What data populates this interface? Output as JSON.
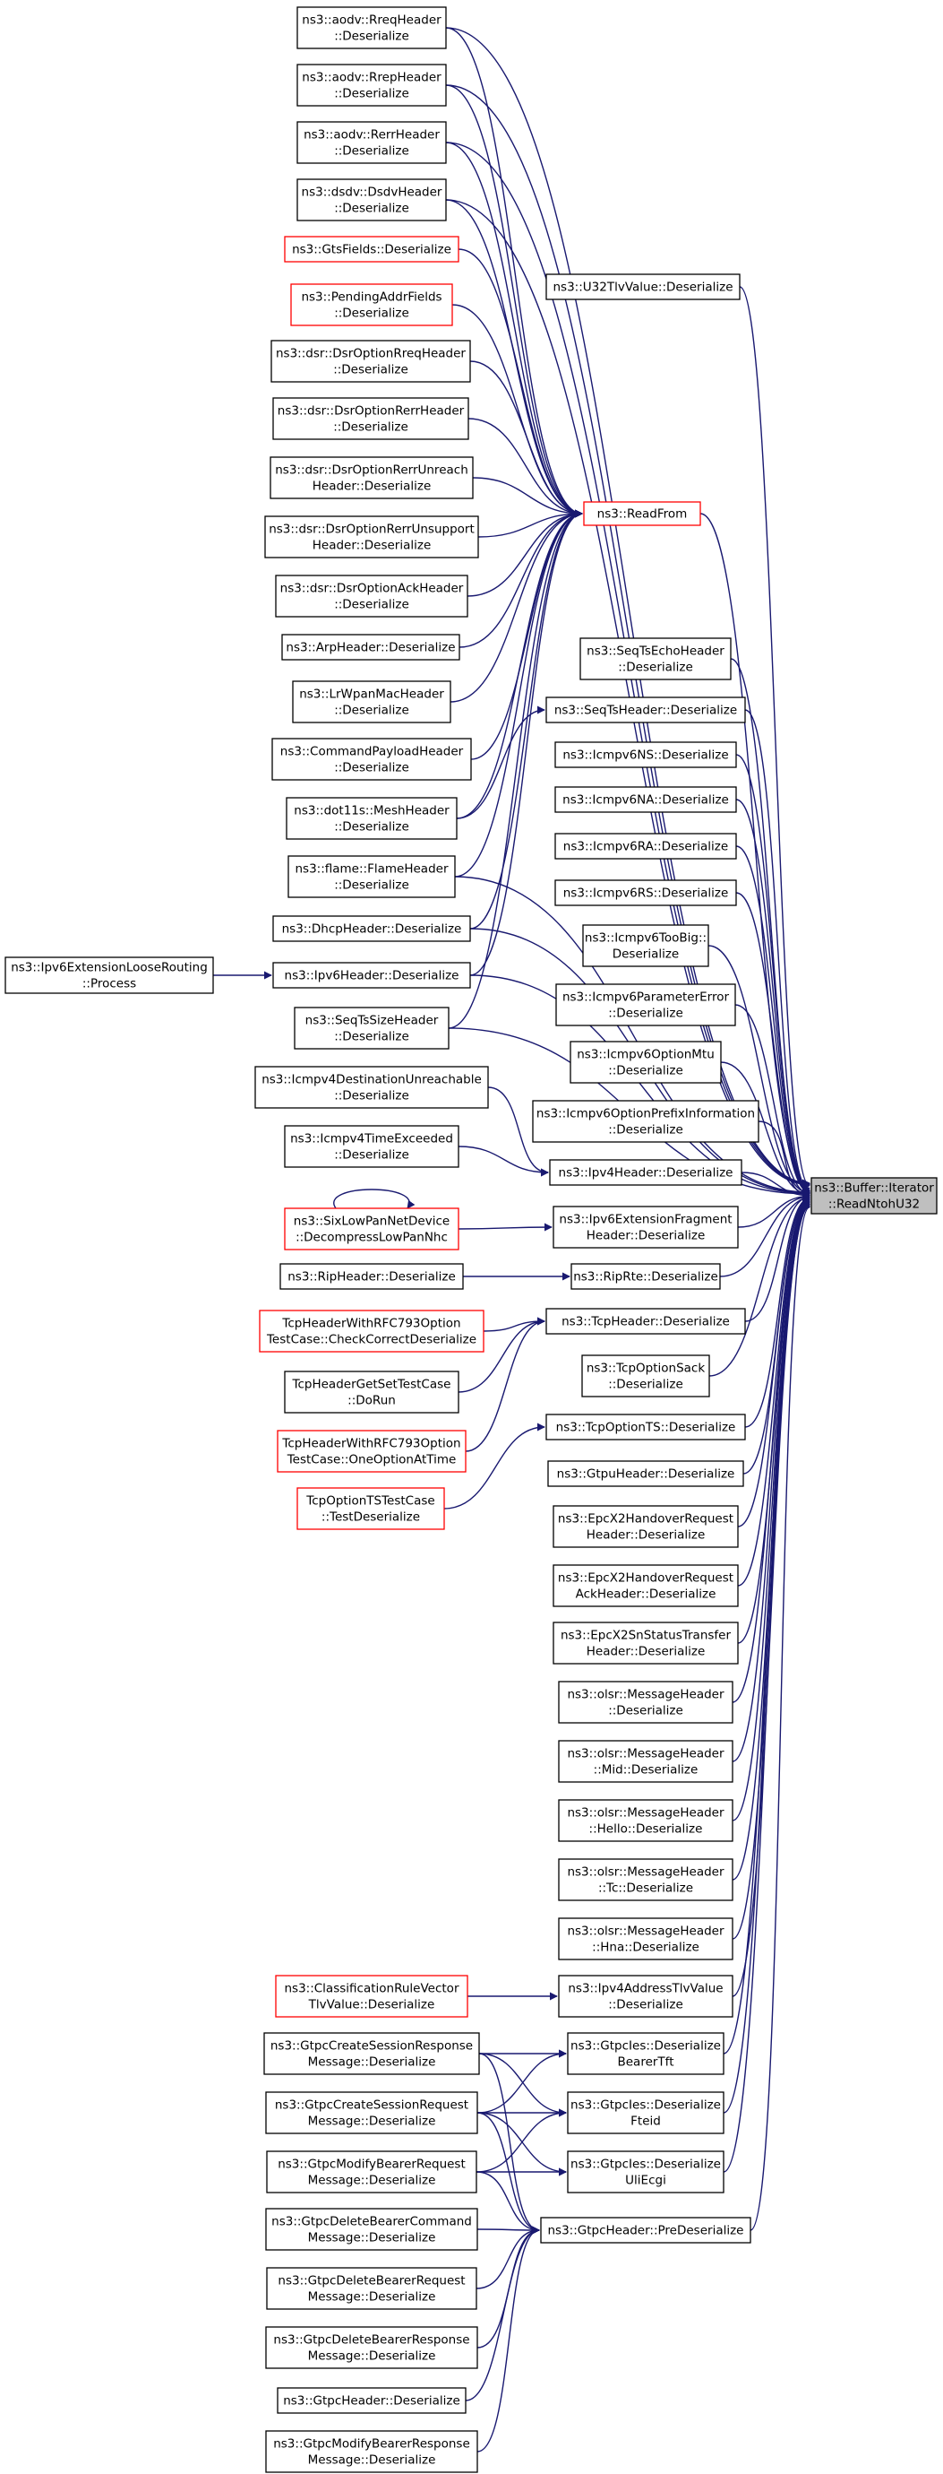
{
  "diagram": {
    "edge_color": "#191970",
    "highlight_border_color": "#ff0000",
    "target_fill_color": "#bfbfbf",
    "nodes": [
      {
        "id": "aodv_rreq",
        "lines": [
          "ns3::aodv::RreqHeader",
          "::Deserialize"
        ],
        "red": false
      },
      {
        "id": "aodv_rrep",
        "lines": [
          "ns3::aodv::RrepHeader",
          "::Deserialize"
        ],
        "red": false
      },
      {
        "id": "aodv_rerr",
        "lines": [
          "ns3::aodv::RerrHeader",
          "::Deserialize"
        ],
        "red": false
      },
      {
        "id": "dsdv",
        "lines": [
          "ns3::dsdv::DsdvHeader",
          "::Deserialize"
        ],
        "red": false
      },
      {
        "id": "gts",
        "lines": [
          "ns3::GtsFields::Deserialize"
        ],
        "red": true
      },
      {
        "id": "pending",
        "lines": [
          "ns3::PendingAddrFields",
          "::Deserialize"
        ],
        "red": true
      },
      {
        "id": "dsr_rreq",
        "lines": [
          "ns3::dsr::DsrOptionRreqHeader",
          "::Deserialize"
        ],
        "red": false
      },
      {
        "id": "dsr_rerr",
        "lines": [
          "ns3::dsr::DsrOptionRerrHeader",
          "::Deserialize"
        ],
        "red": false
      },
      {
        "id": "dsr_unreach",
        "lines": [
          "ns3::dsr::DsrOptionRerrUnreach",
          "Header::Deserialize"
        ],
        "red": false
      },
      {
        "id": "dsr_unsupport",
        "lines": [
          "ns3::dsr::DsrOptionRerrUnsupport",
          "Header::Deserialize"
        ],
        "red": false
      },
      {
        "id": "dsr_ack",
        "lines": [
          "ns3::dsr::DsrOptionAckHeader",
          "::Deserialize"
        ],
        "red": false
      },
      {
        "id": "arp",
        "lines": [
          "ns3::ArpHeader::Deserialize"
        ],
        "red": false
      },
      {
        "id": "lrwpan",
        "lines": [
          "ns3::LrWpanMacHeader",
          "::Deserialize"
        ],
        "red": false
      },
      {
        "id": "cmdpayload",
        "lines": [
          "ns3::CommandPayloadHeader",
          "::Deserialize"
        ],
        "red": false
      },
      {
        "id": "mesh",
        "lines": [
          "ns3::dot11s::MeshHeader",
          "::Deserialize"
        ],
        "red": false
      },
      {
        "id": "flame",
        "lines": [
          "ns3::flame::FlameHeader",
          "::Deserialize"
        ],
        "red": false
      },
      {
        "id": "dhcp",
        "lines": [
          "ns3::DhcpHeader::Deserialize"
        ],
        "red": false
      },
      {
        "id": "ipv6ext_loose",
        "lines": [
          "ns3::Ipv6ExtensionLooseRouting",
          "::Process"
        ],
        "red": false
      },
      {
        "id": "ipv6hdr",
        "lines": [
          "ns3::Ipv6Header::Deserialize"
        ],
        "red": false
      },
      {
        "id": "seqts_size",
        "lines": [
          "ns3::SeqTsSizeHeader",
          "::Deserialize"
        ],
        "red": false
      },
      {
        "id": "icmpv4_dest",
        "lines": [
          "ns3::Icmpv4DestinationUnreachable",
          "::Deserialize"
        ],
        "red": false
      },
      {
        "id": "icmpv4_time",
        "lines": [
          "ns3::Icmpv4TimeExceeded",
          "::Deserialize"
        ],
        "red": false
      },
      {
        "id": "sixlowpan",
        "lines": [
          "ns3::SixLowPanNetDevice",
          "::DecompressLowPanNhc"
        ],
        "red": true
      },
      {
        "id": "rip",
        "lines": [
          "ns3::RipHeader::Deserialize"
        ],
        "red": false
      },
      {
        "id": "tcp_check",
        "lines": [
          "TcpHeaderWithRFC793Option",
          "TestCase::CheckCorrectDeserialize"
        ],
        "red": true
      },
      {
        "id": "tcp_getset",
        "lines": [
          "TcpHeaderGetSetTestCase",
          "::DoRun"
        ],
        "red": false
      },
      {
        "id": "tcp_one",
        "lines": [
          "TcpHeaderWithRFC793Option",
          "TestCase::OneOptionAtTime"
        ],
        "red": true
      },
      {
        "id": "tcpoptts_test",
        "lines": [
          "TcpOptionTSTestCase",
          "::TestDeserialize"
        ],
        "red": true
      },
      {
        "id": "classrule",
        "lines": [
          "ns3::ClassificationRuleVector",
          "TlvValue::Deserialize"
        ],
        "red": true
      },
      {
        "id": "gtpc_create_resp",
        "lines": [
          "ns3::GtpcCreateSessionResponse",
          "Message::Deserialize"
        ],
        "red": false
      },
      {
        "id": "gtpc_create_req",
        "lines": [
          "ns3::GtpcCreateSessionRequest",
          "Message::Deserialize"
        ],
        "red": false
      },
      {
        "id": "gtpc_modify_req",
        "lines": [
          "ns3::GtpcModifyBearerRequest",
          "Message::Deserialize"
        ],
        "red": false
      },
      {
        "id": "gtpc_delete_cmd",
        "lines": [
          "ns3::GtpcDeleteBearerCommand",
          "Message::Deserialize"
        ],
        "red": false
      },
      {
        "id": "gtpc_delete_req",
        "lines": [
          "ns3::GtpcDeleteBearerRequest",
          "Message::Deserialize"
        ],
        "red": false
      },
      {
        "id": "gtpc_delete_resp",
        "lines": [
          "ns3::GtpcDeleteBearerResponse",
          "Message::Deserialize"
        ],
        "red": false
      },
      {
        "id": "gtpc_hdr_deser",
        "lines": [
          "ns3::GtpcHeader::Deserialize"
        ],
        "red": false
      },
      {
        "id": "gtpc_modify_resp",
        "lines": [
          "ns3::GtpcModifyBearerResponse",
          "Message::Deserialize"
        ],
        "red": false
      },
      {
        "id": "u32tlv",
        "lines": [
          "ns3::U32TlvValue::Deserialize"
        ],
        "red": false
      },
      {
        "id": "readfrom",
        "lines": [
          "ns3::ReadFrom"
        ],
        "red": true
      },
      {
        "id": "seqts_echo",
        "lines": [
          "ns3::SeqTsEchoHeader",
          "::Deserialize"
        ],
        "red": false
      },
      {
        "id": "seqts",
        "lines": [
          "ns3::SeqTsHeader::Deserialize"
        ],
        "red": false
      },
      {
        "id": "icmpv6ns",
        "lines": [
          "ns3::Icmpv6NS::Deserialize"
        ],
        "red": false
      },
      {
        "id": "icmpv6na",
        "lines": [
          "ns3::Icmpv6NA::Deserialize"
        ],
        "red": false
      },
      {
        "id": "icmpv6ra",
        "lines": [
          "ns3::Icmpv6RA::Deserialize"
        ],
        "red": false
      },
      {
        "id": "icmpv6rs",
        "lines": [
          "ns3::Icmpv6RS::Deserialize"
        ],
        "red": false
      },
      {
        "id": "icmpv6toobig",
        "lines": [
          "ns3::Icmpv6TooBig::",
          "Deserialize"
        ],
        "red": false
      },
      {
        "id": "icmpv6param",
        "lines": [
          "ns3::Icmpv6ParameterError",
          "::Deserialize"
        ],
        "red": false
      },
      {
        "id": "icmpv6mtu",
        "lines": [
          "ns3::Icmpv6OptionMtu",
          "::Deserialize"
        ],
        "red": false
      },
      {
        "id": "icmpv6prefix",
        "lines": [
          "ns3::Icmpv6OptionPrefixInformation",
          "::Deserialize"
        ],
        "red": false
      },
      {
        "id": "ipv4hdr",
        "lines": [
          "ns3::Ipv4Header::Deserialize"
        ],
        "red": false
      },
      {
        "id": "ipv6frag",
        "lines": [
          "ns3::Ipv6ExtensionFragment",
          "Header::Deserialize"
        ],
        "red": false
      },
      {
        "id": "riprte",
        "lines": [
          "ns3::RipRte::Deserialize"
        ],
        "red": false
      },
      {
        "id": "tcphdr",
        "lines": [
          "ns3::TcpHeader::Deserialize"
        ],
        "red": false
      },
      {
        "id": "tcpsack",
        "lines": [
          "ns3::TcpOptionSack",
          "::Deserialize"
        ],
        "red": false
      },
      {
        "id": "tcpoptts",
        "lines": [
          "ns3::TcpOptionTS::Deserialize"
        ],
        "red": false
      },
      {
        "id": "gtpuhdr",
        "lines": [
          "ns3::GtpuHeader::Deserialize"
        ],
        "red": false
      },
      {
        "id": "epc_ho",
        "lines": [
          "ns3::EpcX2HandoverRequest",
          "Header::Deserialize"
        ],
        "red": false
      },
      {
        "id": "epc_hoack",
        "lines": [
          "ns3::EpcX2HandoverRequest",
          "AckHeader::Deserialize"
        ],
        "red": false
      },
      {
        "id": "epc_sn",
        "lines": [
          "ns3::EpcX2SnStatusTransfer",
          "Header::Deserialize"
        ],
        "red": false
      },
      {
        "id": "olsr_msg",
        "lines": [
          "ns3::olsr::MessageHeader",
          "::Deserialize"
        ],
        "red": false
      },
      {
        "id": "olsr_mid",
        "lines": [
          "ns3::olsr::MessageHeader",
          "::Mid::Deserialize"
        ],
        "red": false
      },
      {
        "id": "olsr_hello",
        "lines": [
          "ns3::olsr::MessageHeader",
          "::Hello::Deserialize"
        ],
        "red": false
      },
      {
        "id": "olsr_tc",
        "lines": [
          "ns3::olsr::MessageHeader",
          "::Tc::Deserialize"
        ],
        "red": false
      },
      {
        "id": "olsr_hna",
        "lines": [
          "ns3::olsr::MessageHeader",
          "::Hna::Deserialize"
        ],
        "red": false
      },
      {
        "id": "ipv4addr",
        "lines": [
          "ns3::Ipv4AddressTlvValue",
          "::Deserialize"
        ],
        "red": false
      },
      {
        "id": "gtpc_bearertft",
        "lines": [
          "ns3::GtpcIes::Deserialize",
          "BearerTft"
        ],
        "red": false
      },
      {
        "id": "gtpc_fteid",
        "lines": [
          "ns3::GtpcIes::Deserialize",
          "Fteid"
        ],
        "red": false
      },
      {
        "id": "gtpc_uliecgi",
        "lines": [
          "ns3::GtpcIes::Deserialize",
          "UliEcgi"
        ],
        "red": false
      },
      {
        "id": "gtpc_predeser",
        "lines": [
          "ns3::GtpcHeader::PreDeserialize"
        ],
        "red": false
      },
      {
        "id": "readntoh",
        "lines": [
          "ns3::Buffer::Iterator",
          "::ReadNtohU32"
        ],
        "red": false,
        "target": true
      }
    ],
    "edges": [
      [
        "aodv_rreq",
        "readfrom"
      ],
      [
        "aodv_rrep",
        "readfrom"
      ],
      [
        "aodv_rerr",
        "readfrom"
      ],
      [
        "dsdv",
        "readfrom"
      ],
      [
        "gts",
        "readfrom"
      ],
      [
        "pending",
        "readfrom"
      ],
      [
        "dsr_rreq",
        "readfrom"
      ],
      [
        "dsr_rerr",
        "readfrom"
      ],
      [
        "dsr_unreach",
        "readfrom"
      ],
      [
        "dsr_unsupport",
        "readfrom"
      ],
      [
        "dsr_ack",
        "readfrom"
      ],
      [
        "arp",
        "readfrom"
      ],
      [
        "lrwpan",
        "readfrom"
      ],
      [
        "cmdpayload",
        "readfrom"
      ],
      [
        "mesh",
        "readfrom"
      ],
      [
        "flame",
        "readfrom"
      ],
      [
        "dhcp",
        "readfrom"
      ],
      [
        "ipv6hdr",
        "readfrom"
      ],
      [
        "seqts_size",
        "readfrom"
      ],
      [
        "ipv6ext_loose",
        "ipv6hdr"
      ],
      [
        "aodv_rreq",
        "readntoh"
      ],
      [
        "aodv_rrep",
        "readntoh"
      ],
      [
        "aodv_rerr",
        "readntoh"
      ],
      [
        "dsdv",
        "readntoh"
      ],
      [
        "mesh",
        "seqts"
      ],
      [
        "dhcp",
        "readntoh"
      ],
      [
        "ipv6hdr",
        "readntoh"
      ],
      [
        "seqts_size",
        "readntoh"
      ],
      [
        "flame",
        "readntoh"
      ],
      [
        "icmpv4_dest",
        "ipv4hdr"
      ],
      [
        "icmpv4_time",
        "ipv4hdr"
      ],
      [
        "sixlowpan",
        "sixlowpan"
      ],
      [
        "sixlowpan",
        "ipv6frag"
      ],
      [
        "rip",
        "riprte"
      ],
      [
        "tcp_check",
        "tcphdr"
      ],
      [
        "tcp_getset",
        "tcphdr"
      ],
      [
        "tcp_one",
        "tcphdr"
      ],
      [
        "tcpoptts_test",
        "tcpoptts"
      ],
      [
        "classrule",
        "ipv4addr"
      ],
      [
        "gtpc_create_resp",
        "gtpc_bearertft"
      ],
      [
        "gtpc_create_resp",
        "gtpc_fteid"
      ],
      [
        "gtpc_create_resp",
        "gtpc_predeser"
      ],
      [
        "gtpc_create_req",
        "gtpc_bearertft"
      ],
      [
        "gtpc_create_req",
        "gtpc_fteid"
      ],
      [
        "gtpc_create_req",
        "gtpc_uliecgi"
      ],
      [
        "gtpc_create_req",
        "gtpc_predeser"
      ],
      [
        "gtpc_modify_req",
        "gtpc_fteid"
      ],
      [
        "gtpc_modify_req",
        "gtpc_uliecgi"
      ],
      [
        "gtpc_modify_req",
        "gtpc_predeser"
      ],
      [
        "gtpc_delete_cmd",
        "gtpc_predeser"
      ],
      [
        "gtpc_delete_req",
        "gtpc_predeser"
      ],
      [
        "gtpc_delete_resp",
        "gtpc_predeser"
      ],
      [
        "gtpc_hdr_deser",
        "gtpc_predeser"
      ],
      [
        "gtpc_modify_resp",
        "gtpc_predeser"
      ],
      [
        "u32tlv",
        "readntoh"
      ],
      [
        "readfrom",
        "readntoh"
      ],
      [
        "seqts_echo",
        "readntoh"
      ],
      [
        "seqts",
        "readntoh"
      ],
      [
        "icmpv6ns",
        "readntoh"
      ],
      [
        "icmpv6na",
        "readntoh"
      ],
      [
        "icmpv6ra",
        "readntoh"
      ],
      [
        "icmpv6rs",
        "readntoh"
      ],
      [
        "icmpv6toobig",
        "readntoh"
      ],
      [
        "icmpv6param",
        "readntoh"
      ],
      [
        "icmpv6mtu",
        "readntoh"
      ],
      [
        "icmpv6prefix",
        "readntoh"
      ],
      [
        "ipv4hdr",
        "readntoh"
      ],
      [
        "ipv6frag",
        "readntoh"
      ],
      [
        "riprte",
        "readntoh"
      ],
      [
        "tcphdr",
        "readntoh"
      ],
      [
        "tcpsack",
        "readntoh"
      ],
      [
        "tcpoptts",
        "readntoh"
      ],
      [
        "gtpuhdr",
        "readntoh"
      ],
      [
        "epc_ho",
        "readntoh"
      ],
      [
        "epc_hoack",
        "readntoh"
      ],
      [
        "epc_sn",
        "readntoh"
      ],
      [
        "olsr_msg",
        "readntoh"
      ],
      [
        "olsr_mid",
        "readntoh"
      ],
      [
        "olsr_hello",
        "readntoh"
      ],
      [
        "olsr_tc",
        "readntoh"
      ],
      [
        "olsr_hna",
        "readntoh"
      ],
      [
        "ipv4addr",
        "readntoh"
      ],
      [
        "gtpc_bearertft",
        "readntoh"
      ],
      [
        "gtpc_fteid",
        "readntoh"
      ],
      [
        "gtpc_uliecgi",
        "readntoh"
      ],
      [
        "gtpc_predeser",
        "readntoh"
      ]
    ]
  }
}
